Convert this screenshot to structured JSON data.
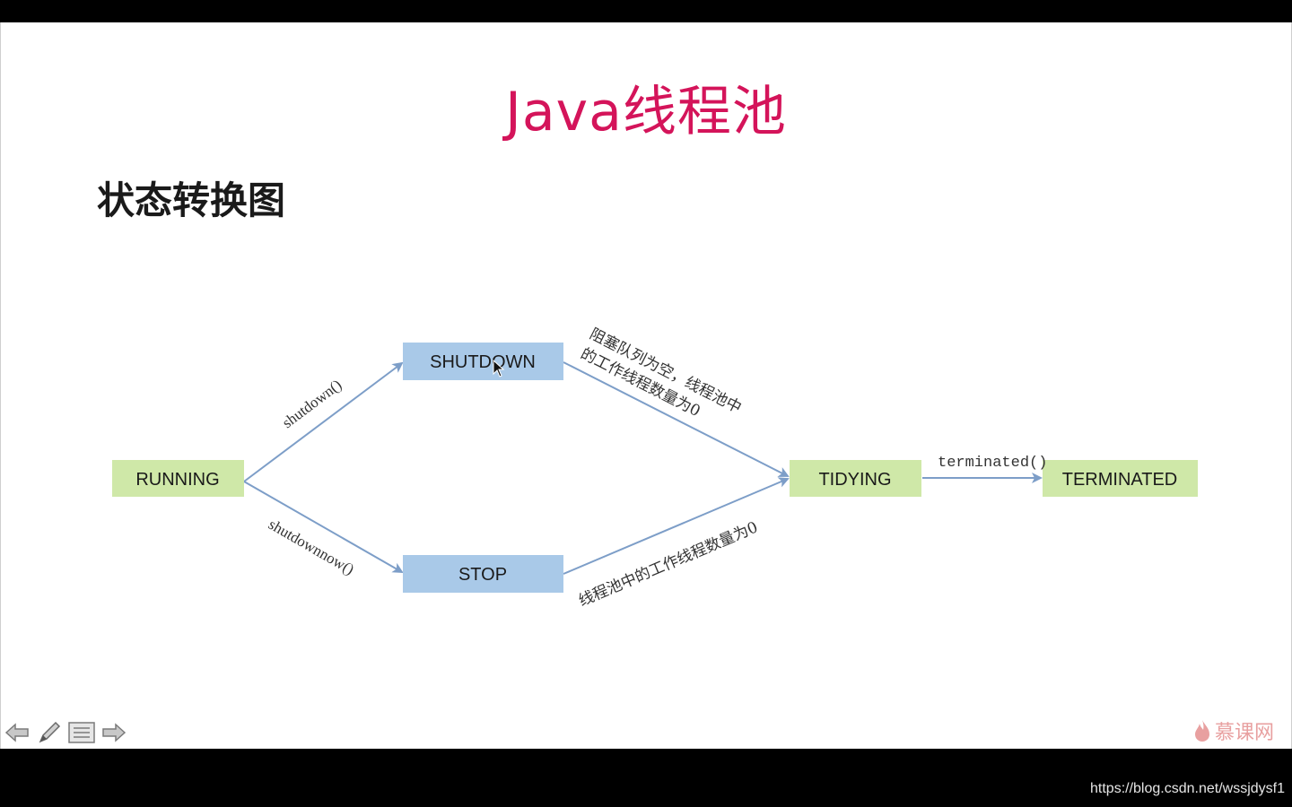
{
  "slide": {
    "title": "Java线程池",
    "subtitle": "状态转换图"
  },
  "diagram": {
    "states": {
      "running": "RUNNING",
      "shutdown": "SHUTDOWN",
      "stop": "STOP",
      "tidying": "TIDYING",
      "terminated": "TERMINATED"
    },
    "transitions": {
      "running_to_shutdown": "shutdown()",
      "running_to_stop": "shutdownnow()",
      "shutdown_to_tidying_line1": "阻塞队列为空，线程池中",
      "shutdown_to_tidying_line2": "的工作线程数量为0",
      "stop_to_tidying": "线程池中的工作线程数量为0",
      "tidying_to_terminated": "terminated()"
    },
    "colors": {
      "green_state": "#cfe8a8",
      "blue_state": "#a9c9e8",
      "arrow": "#7d9ec8",
      "title": "#d4145a"
    }
  },
  "toolbar": {
    "icons": [
      "arrow-left-icon",
      "pen-icon",
      "menu-icon",
      "arrow-right-icon"
    ]
  },
  "watermark": {
    "text": "慕课网"
  },
  "footer": {
    "url": "https://blog.csdn.net/wssjdysf1"
  }
}
